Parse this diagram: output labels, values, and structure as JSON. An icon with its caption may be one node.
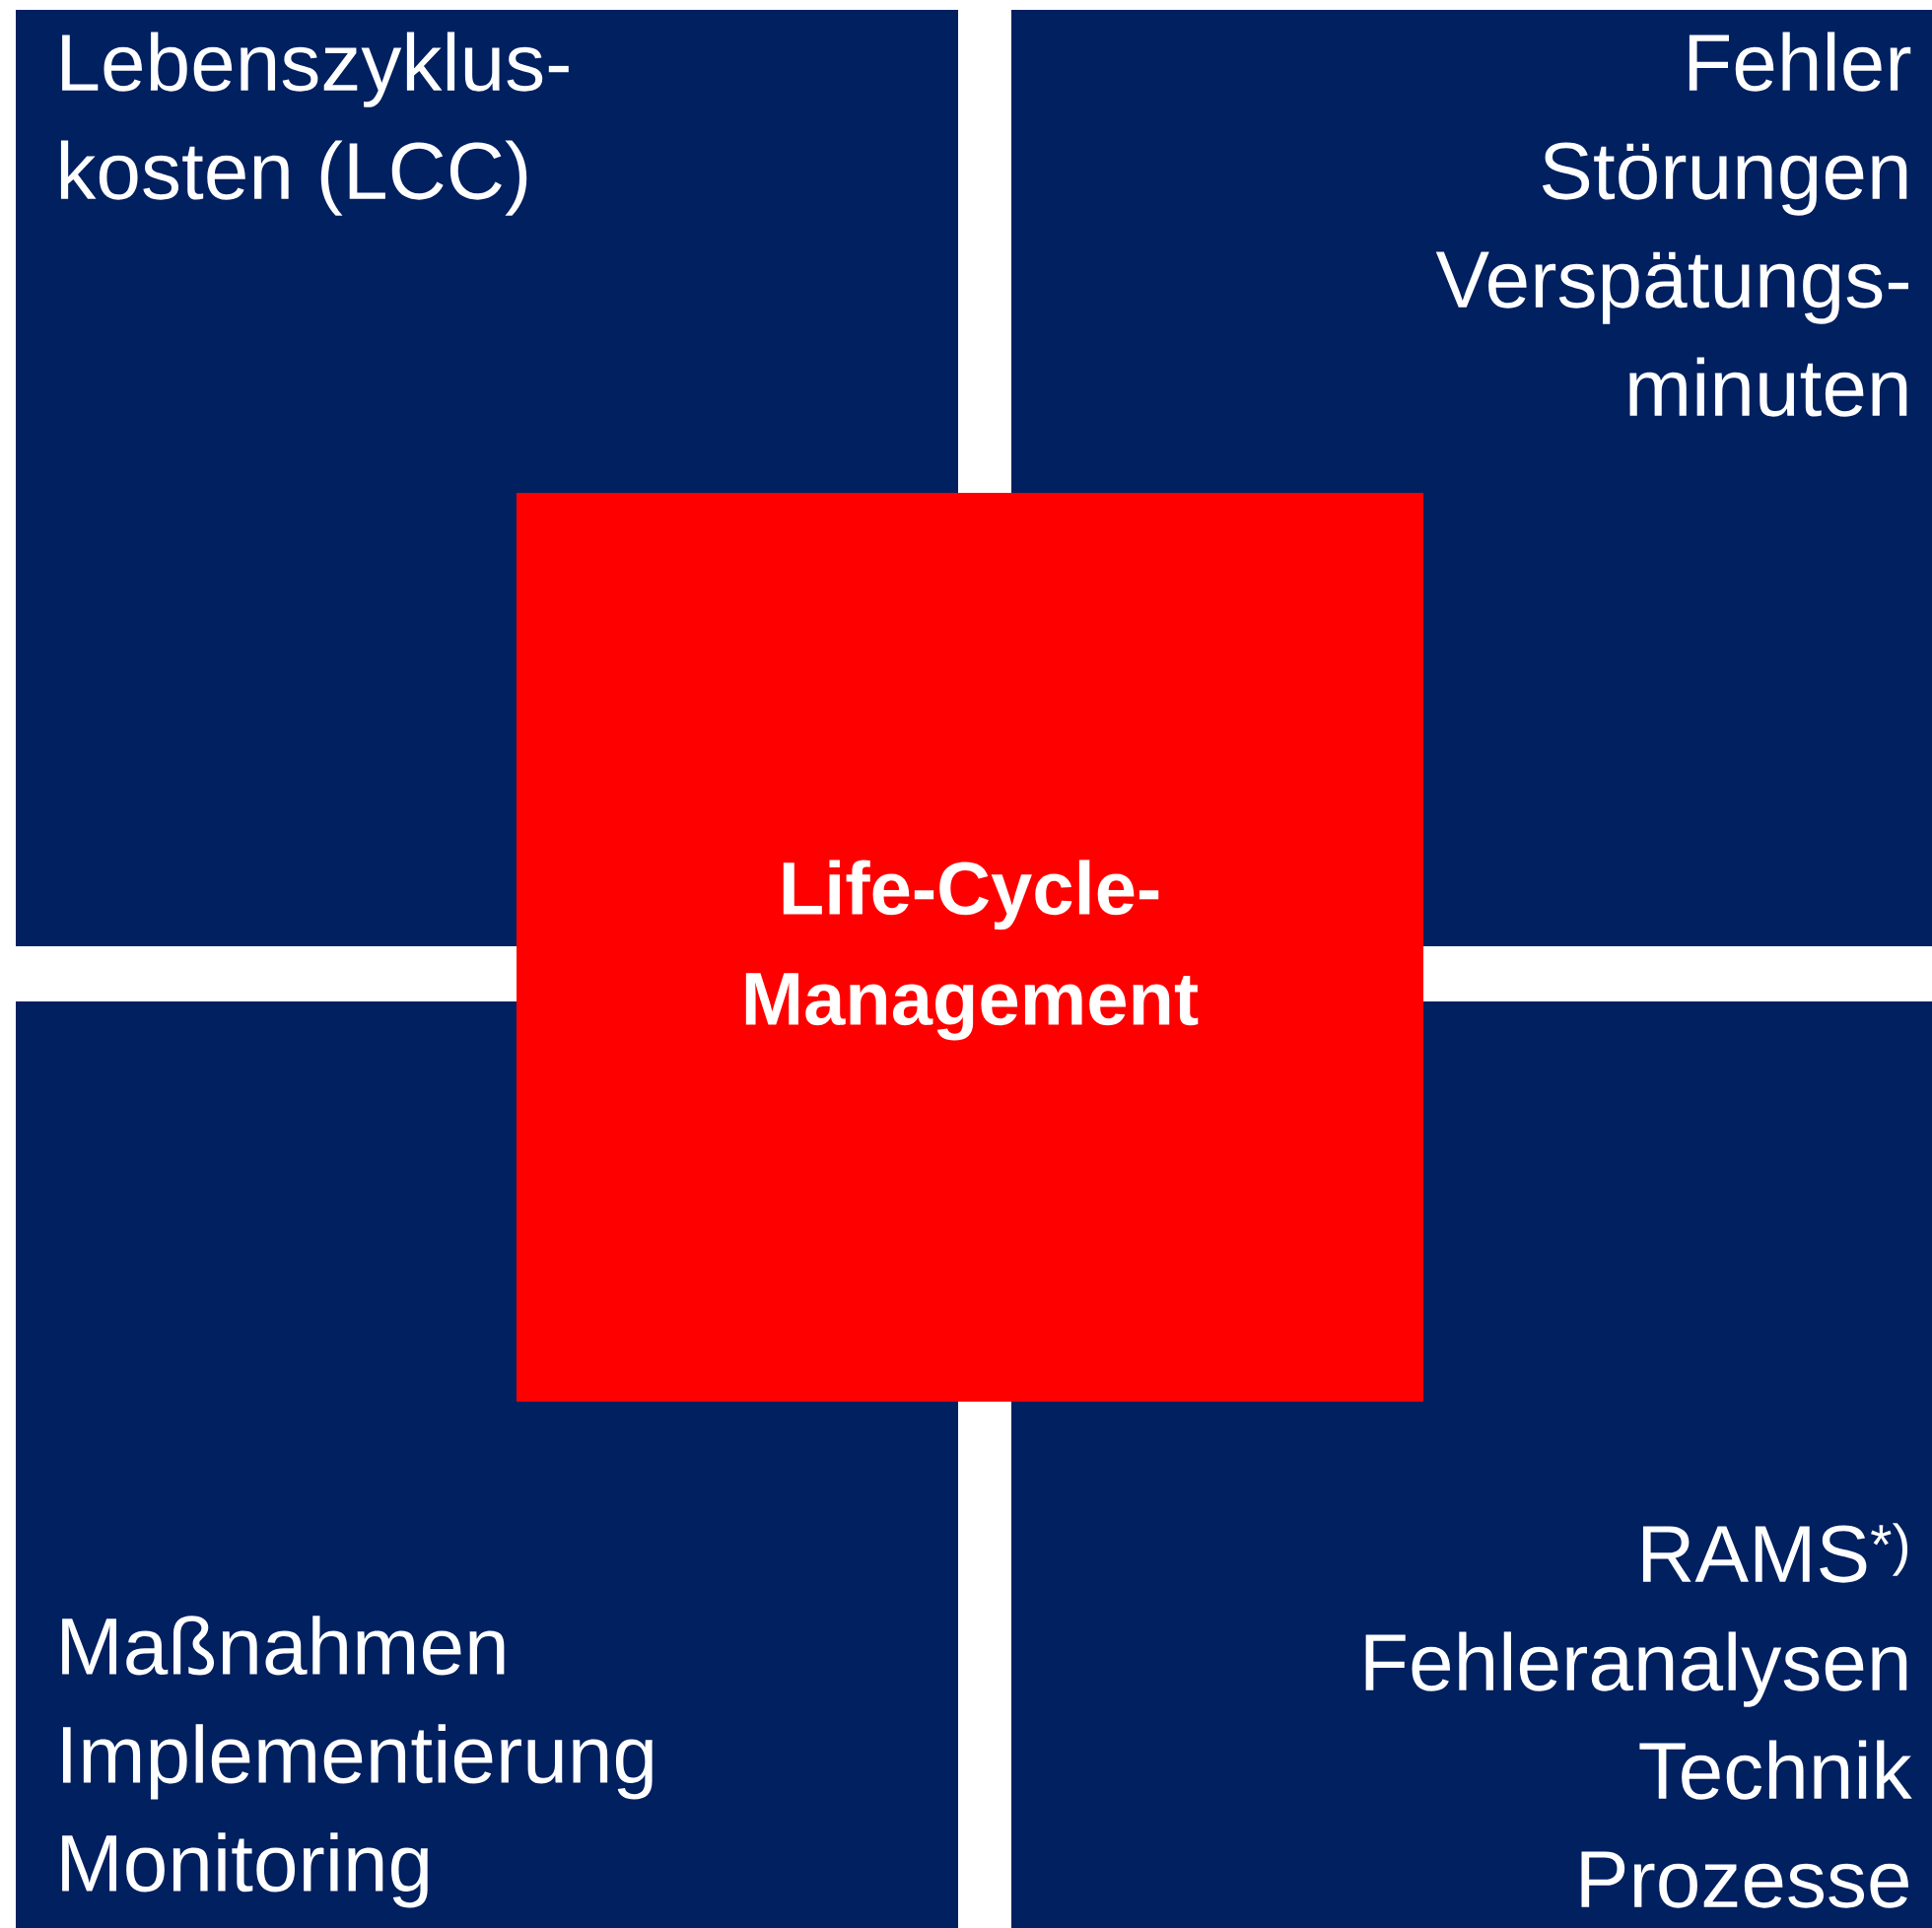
{
  "diagram": {
    "nodes": [
      {
        "text": [
          "Lebenszyklus- kosten (LCC)"
        ]
      },
      {
        "text": [
          "Fehler",
          "Störungen",
          "Verspätungs- minuten"
        ]
      },
      {
        "text": [
          "Life-Cycle- Management"
        ]
      },
      {
        "text": [
          "Maßnahmen",
          "Implementierung",
          "Monitoring"
        ]
      },
      {
        "text": [
          "RAMS$^{*)}$",
          "Fehleranalysen",
          "Technik",
          "Prozesse"
        ]
      }
    ]
  }
}
